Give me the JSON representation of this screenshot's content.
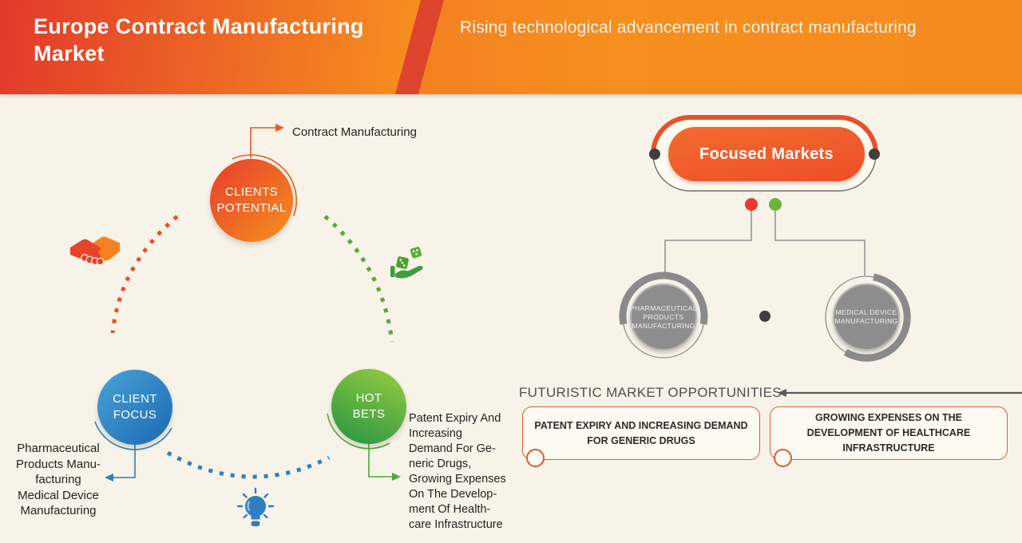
{
  "header": {
    "title": "Europe Contract Manufacturing Market",
    "subtitle": "Rising technological advancement in contract manufacturing"
  },
  "focused_markets": {
    "label": "Focused Markets",
    "branches": [
      {
        "label": "PHARMACEUTICAL\nPRODUCTS\nMANUFACTURING",
        "dot_color": "#e63b2d"
      },
      {
        "label": "MEDICAL DEVICE\nMANUFACTURING",
        "dot_color": "#6cb33e"
      }
    ]
  },
  "cycle": [
    {
      "id": "clients-potential",
      "label": "CLIENTS\nPOTENTIAL",
      "note": "Contract Manufacturing",
      "color": "#ee5a28"
    },
    {
      "id": "client-focus",
      "label": "CLIENT\nFOCUS",
      "note": "Pharmaceutical\nProducts Manu-\nfacturing\nMedical Device\nManufacturing",
      "color": "#2a7fc1"
    },
    {
      "id": "hot-bets",
      "label": "HOT\nBETS",
      "note": "Patent Expiry And\nIncreasing\nDemand For Ge-\nneric Drugs,\nGrowing Expenses\nOn The Develop-\nment Of Health-\ncare Infrastructure",
      "color": "#52a737"
    }
  ],
  "opportunities": {
    "heading": "FUTURISTIC MARKET OPPORTUNITIES",
    "items": [
      "PATENT EXPIRY AND INCREASING DEMAND FOR GENERIC DRUGS",
      "GROWING EXPENSES ON THE DEVELOPMENT OF HEALTHCARE INFRASTRUCTURE"
    ]
  },
  "icons": {
    "clients_potential": "handshake-icon",
    "client_focus": "lightbulb-icon",
    "hot_bets": "hand-dice-icon"
  },
  "colors": {
    "header_red": "#e23a2b",
    "header_orange": "#f9991d",
    "accent_orange": "#ee5a28",
    "accent_blue": "#2a7fc1",
    "accent_green": "#52a737",
    "branch_gray": "#8d8d8d",
    "red_dot": "#e63b2d",
    "green_dot": "#6cb33e",
    "background_cream": "#f7f3e8"
  }
}
